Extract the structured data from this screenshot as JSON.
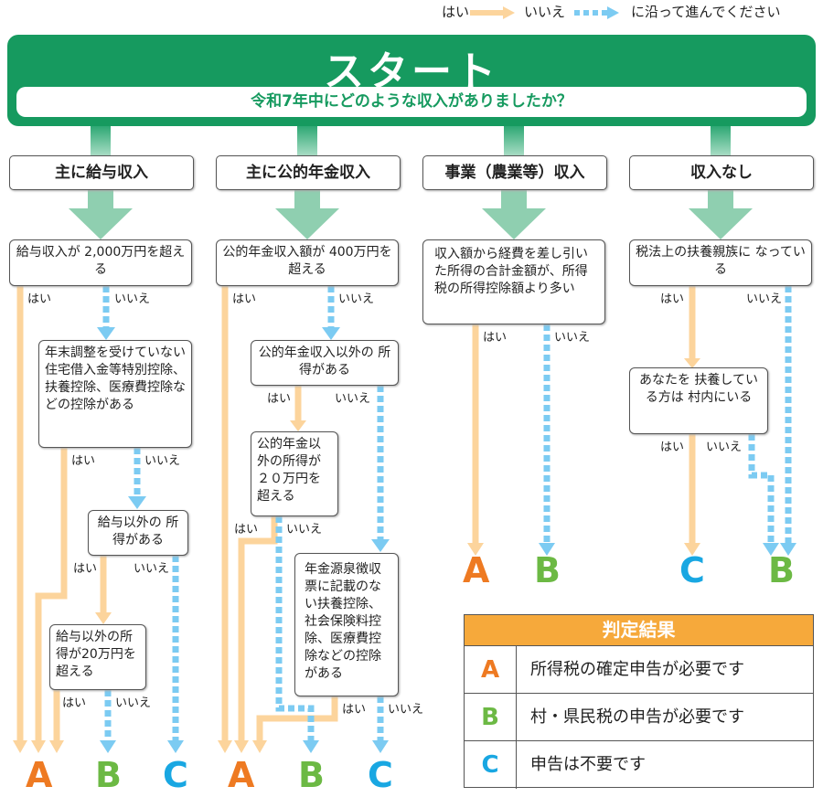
{
  "legend": {
    "yes": "はい",
    "no": "いいえ",
    "instruction": "に沿って進んでください"
  },
  "colors": {
    "green": "#169a5f",
    "yes_line": "#fcd49c",
    "no_line": "#7ccbf2",
    "A": "#ee7a22",
    "B": "#6cb944",
    "C": "#19a7e2",
    "result_header": "#f6a93b"
  },
  "start": {
    "title": "スタート",
    "question": "令和7年中にどのような収入がありましたか？"
  },
  "categories": [
    "主に給与収入",
    "主に公的年金収入",
    "事業（農業等）収入",
    "収入なし"
  ],
  "labels": {
    "yes": "はい",
    "no": "いいえ"
  },
  "questions": {
    "salary_over": "給与収入が 2,000万円を超える",
    "salary_deduction": "年末調整を受けていない住宅借入金等特別控除、扶養控除、医療費控除などの控除がある",
    "salary_other_income": "給与以外の 所得がある",
    "salary_other_over": "給与以外の所得が20万円を超える",
    "pension_over": "公的年金収入額が 400万円を超える",
    "pension_other_income": "公的年金収入以外の 所得がある",
    "pension_other_over": "公的年金以外の所得が２０万円を超える",
    "pension_deduction": "年金源泉徴収票に記載のない扶養控除、社会保険料控除、医療費控除などの控除がある",
    "business": "収入額から経費を差し引いた所得の合計金額が、所得税の所得控除額より多い",
    "none_dependent": "税法上の扶養親族に なっている",
    "none_supporter": "あなたを 扶養している方は 村内にいる"
  },
  "outcomes": {
    "A": "A",
    "B": "B",
    "C": "C"
  },
  "result": {
    "title": "判定結果",
    "rows": [
      {
        "letter": "A",
        "text": "所得税の確定申告が必要です"
      },
      {
        "letter": "B",
        "text": "村・県民税の申告が必要です"
      },
      {
        "letter": "C",
        "text": "申告は不要です"
      }
    ]
  }
}
